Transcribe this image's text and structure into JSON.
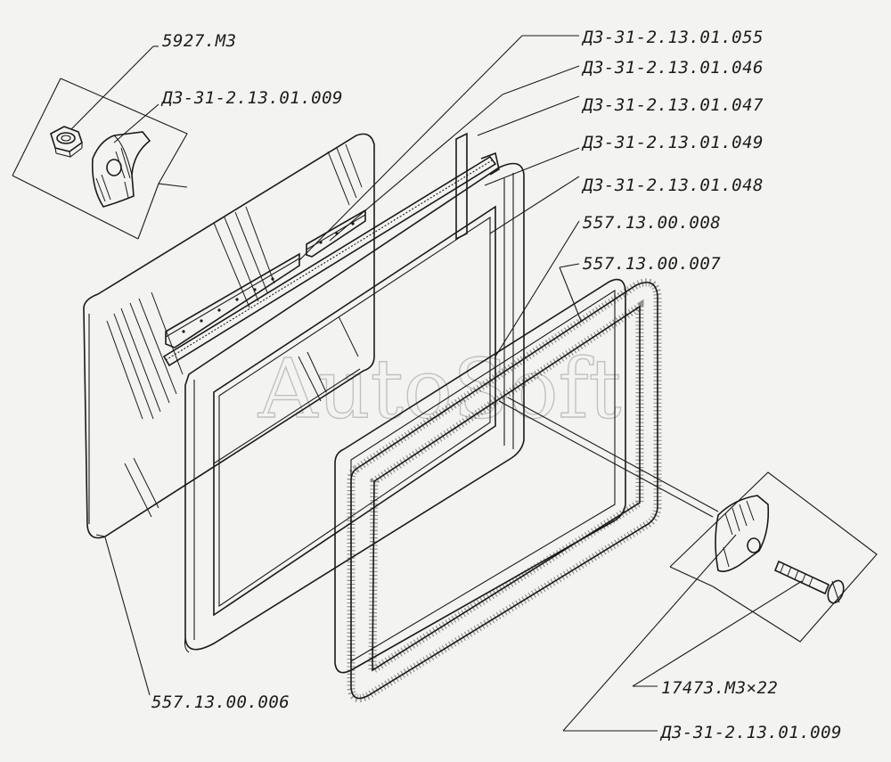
{
  "labels": {
    "nut": "5927.М3",
    "clip_top": "Д3-31-2.13.01.009",
    "part_055": "Д3-31-2.13.01.055",
    "part_046": "Д3-31-2.13.01.046",
    "part_047": "Д3-31-2.13.01.047",
    "part_049": "Д3-31-2.13.01.049",
    "part_048": "Д3-31-2.13.01.048",
    "part_008": "557.13.00.008",
    "part_007": "557.13.00.007",
    "glass": "557.13.00.006",
    "screw": "17473.М3×22",
    "clip_bottom": "Д3-31-2.13.01.009"
  },
  "watermark": "AutoSoft"
}
